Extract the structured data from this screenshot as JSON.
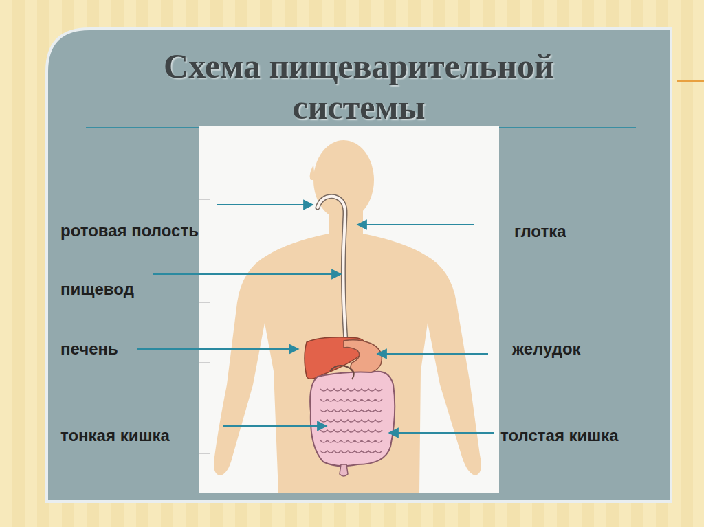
{
  "diagram": {
    "title": "Схема пищеварительной системы",
    "labels": [
      "ротовая полость",
      "глотка",
      "пищевод",
      "печень",
      "желудок",
      "тонкая кишка",
      "толстая кишка"
    ]
  }
}
